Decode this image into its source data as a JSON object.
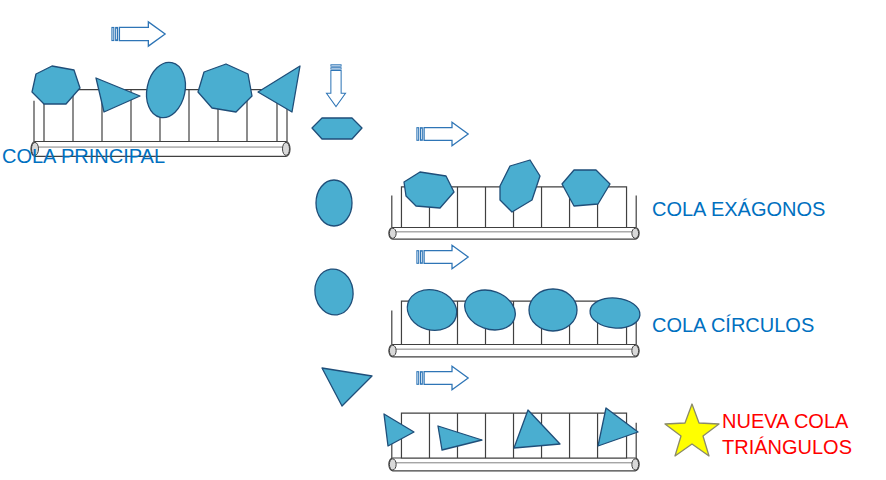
{
  "diagram": {
    "nodes": [
      {
        "text": [
          "COLA PRINCIPAL"
        ]
      },
      {
        "text": [
          "COLA EXÁGONOS"
        ]
      },
      {
        "text": [
          "COLA CÍRCULOS"
        ]
      },
      {
        "text": [
          "NUEVA COLA TRIÁNGULOS"
        ]
      }
    ]
  }
}
